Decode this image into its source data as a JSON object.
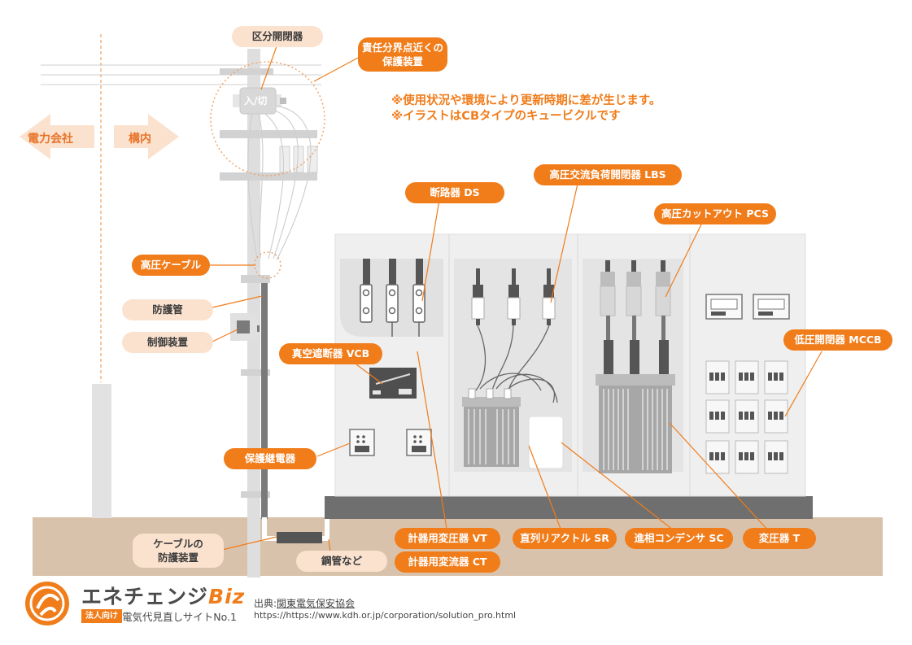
{
  "notes": [
    "※使用状況や環境により更新時期に差が生じます。",
    "※イラストはCBタイプのキュービクルです"
  ],
  "arrows": {
    "left": "電力会社",
    "right": "構内"
  },
  "switch_text": "入/切",
  "labels": {
    "kubun": "区分開閉器",
    "sekinin": [
      "責任分界点近くの",
      "保護装置"
    ],
    "cable": "高圧ケーブル",
    "bougokan": "防護管",
    "seigyo": "制御装置",
    "cable_protect": [
      "ケーブルの",
      "防護装置"
    ],
    "koukan": "鋼管など",
    "ds": "断路器 DS",
    "lbs": "高圧交流負荷開閉器 LBS",
    "pcs": "高圧カットアウト PCS",
    "vcb": "真空遮断器 VCB",
    "mccb": "低圧開閉器 MCCB",
    "relay": "保護継電器",
    "vt": "計器用変圧器 VT",
    "ct": "計器用変流器 CT",
    "sr": "直列リアクトル SR",
    "sc": "進相コンデンサ SC",
    "tr": "変圧器 T"
  },
  "footer": {
    "brand_main": "エネチェンジ",
    "brand_biz": "Biz",
    "tag": "法人向け",
    "tagline": "電気代見直しサイトNo.1",
    "source_prefix": "出典:",
    "source_name": "関東電気保安協会",
    "source_url": "https://https://www.kdh.or.jp/corporation/solution_pro.html"
  },
  "colors": {
    "accent": "#f07c1a",
    "label_light": "#fbe2cf",
    "ground": "#d9c2ab",
    "equipment": "#dcdcdc"
  }
}
